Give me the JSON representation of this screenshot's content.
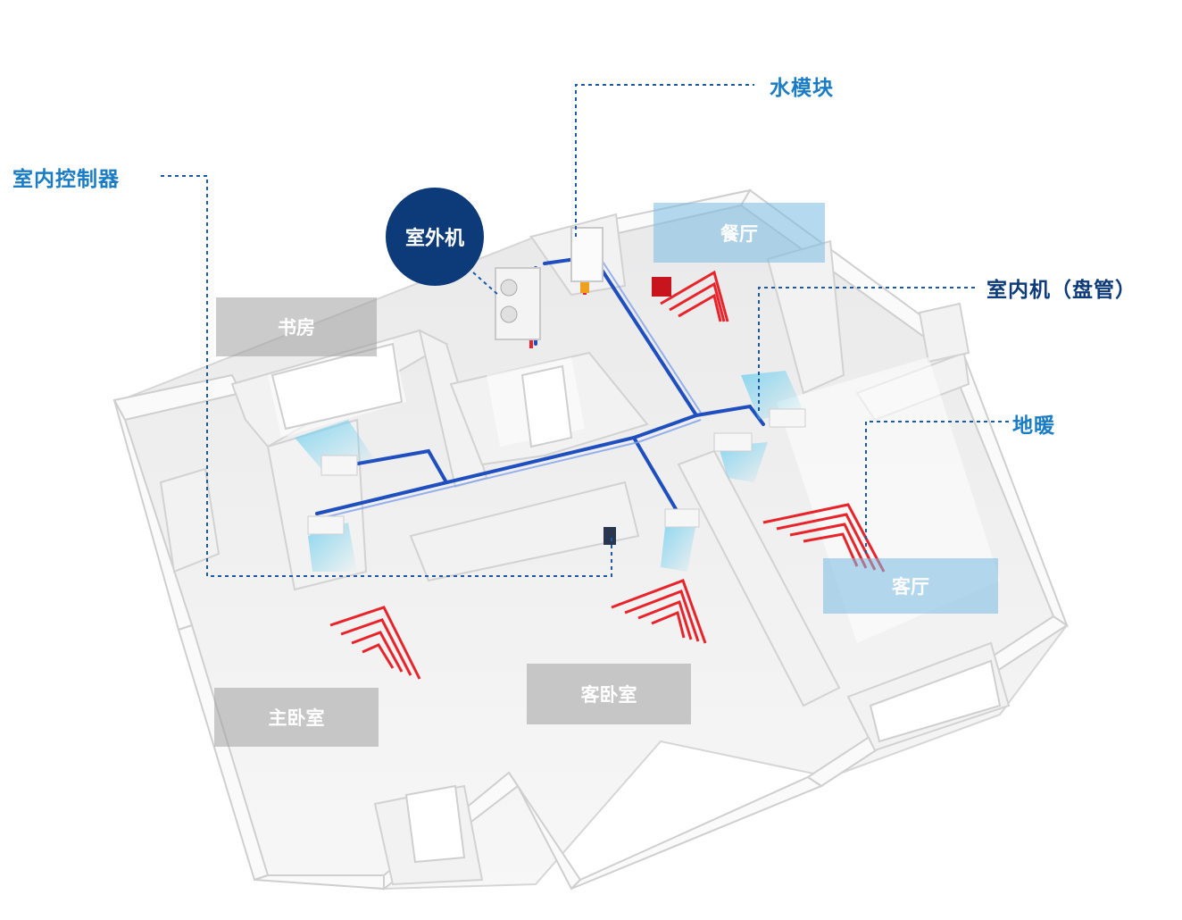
{
  "callouts": {
    "water_module": "水模块",
    "indoor_controller": "室内控制器",
    "indoor_unit": "室内机（盘管）",
    "floor_heating": "地暖"
  },
  "outdoor_unit": "室外机",
  "rooms": {
    "study": "书房",
    "dining": "餐厅",
    "living": "客厅",
    "master_bedroom": "主卧室",
    "guest_bedroom": "客卧室"
  },
  "colors": {
    "callout_text": "#1a7cc4",
    "dark_callout_text": "#0d3a78",
    "pipe_blue": "#1f4fbf",
    "floor_heating_red": "#e8242a",
    "leader_line": "#1a5aa8"
  }
}
